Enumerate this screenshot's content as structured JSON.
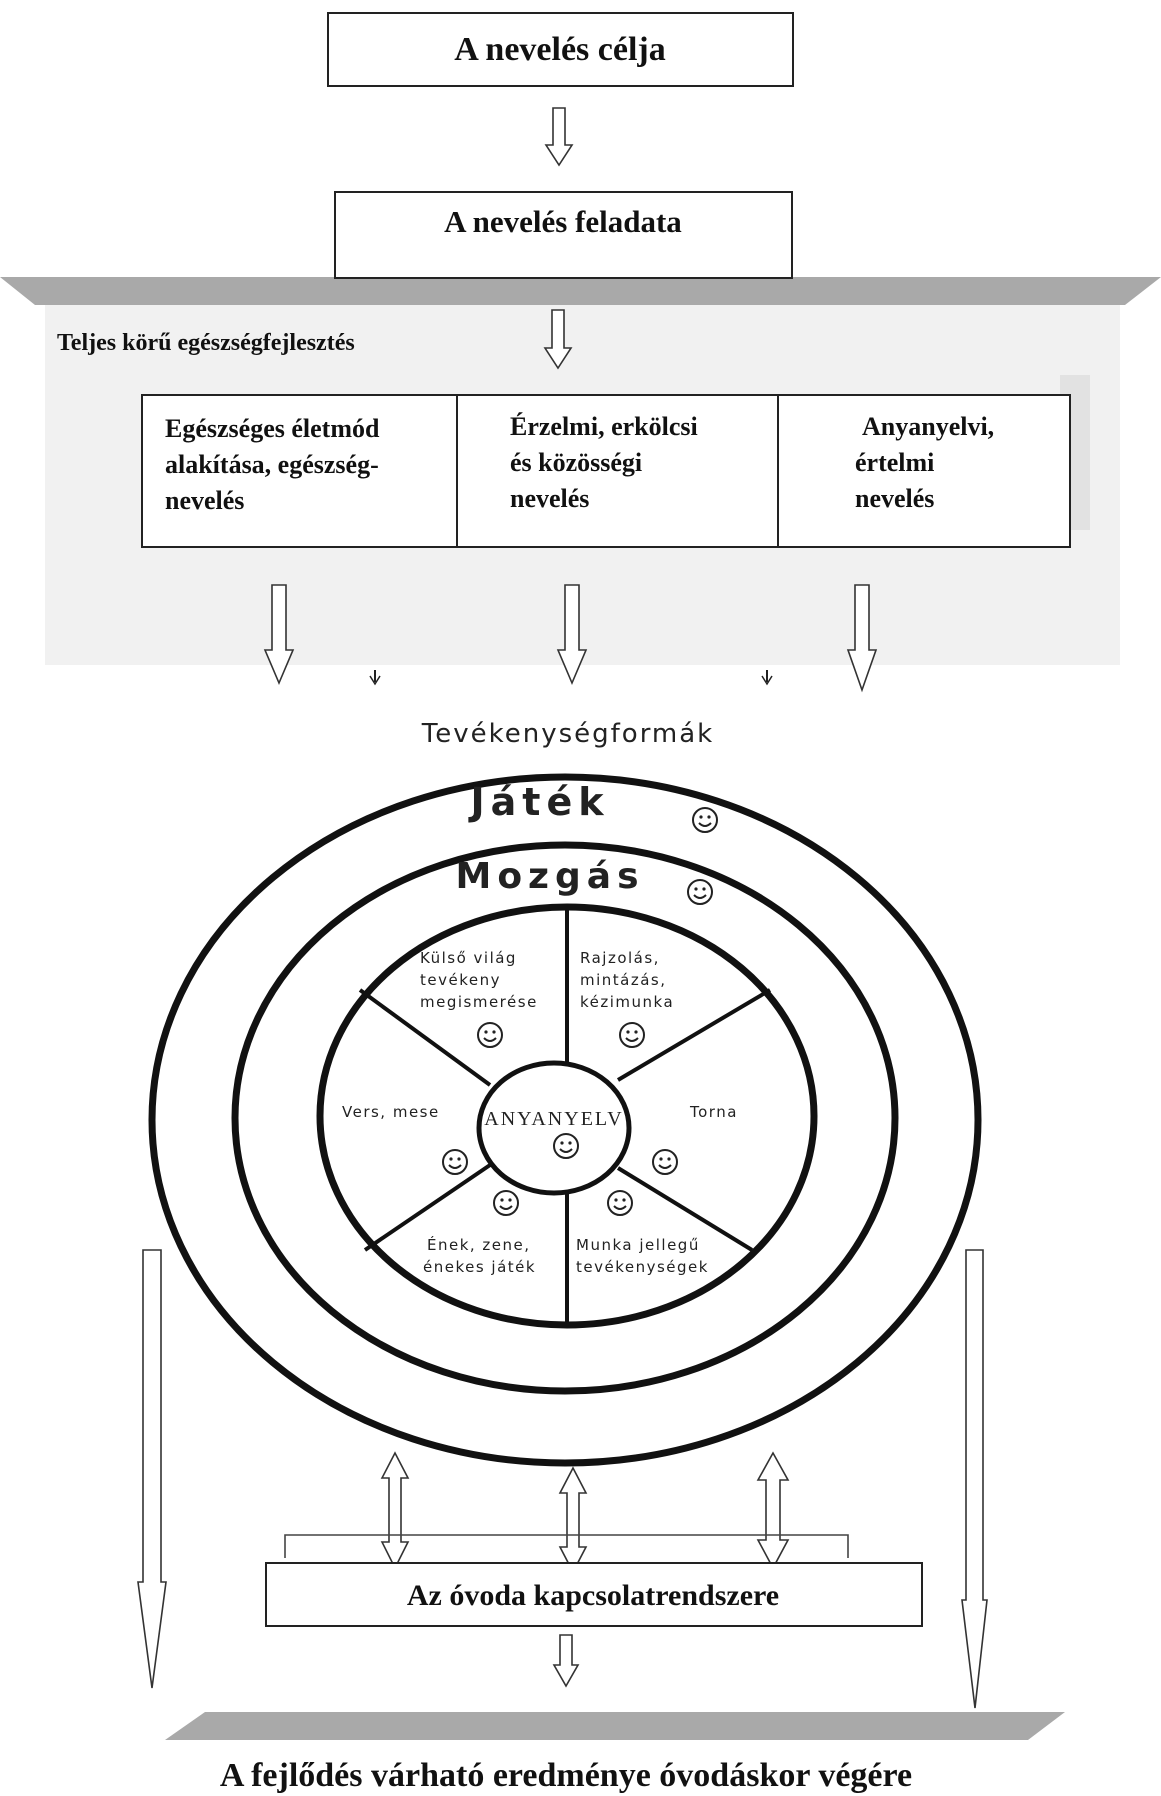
{
  "top_box": {
    "label": "A nevelés célja"
  },
  "second_box": {
    "label": "A nevelés feladata"
  },
  "section_label": {
    "part1": "Teljes körű ",
    "part2": "egészségfejlesztés"
  },
  "task_columns": [
    {
      "lines": [
        "Egészséges életmód",
        "alakítása, egészség-",
        "nevelés"
      ]
    },
    {
      "lines": [
        "Érzelmi, erkölcsi",
        "és közösségi",
        "nevelés"
      ]
    },
    {
      "lines": [
        "Anyanyelvi,",
        "értelmi",
        "nevelés"
      ]
    }
  ],
  "activity_title": "Tevékenységformák",
  "rings": {
    "outer": "Játék",
    "middle": "Mozgás"
  },
  "center_label": "ANYANYELV",
  "segments": [
    {
      "lines": [
        "Külső világ",
        "tevékeny",
        "megismerése"
      ]
    },
    {
      "lines": [
        "Rajzolás,",
        "mintázás,",
        "kézimunka"
      ]
    },
    {
      "lines": [
        "Torna"
      ]
    },
    {
      "lines": [
        "Munka jellegű",
        "tevékenységek"
      ]
    },
    {
      "lines": [
        "Ének, zene,",
        "énekes játék"
      ]
    },
    {
      "lines": [
        "Vers, mese"
      ]
    }
  ],
  "relations_box": {
    "label": "Az óvoda kapcsolatrendszere"
  },
  "result_label": "A fejlődés várható eredménye óvodáskor végére",
  "colors": {
    "band_gray": "#a9a9a9",
    "panel_gray": "#f1f1f1",
    "line": "#222222"
  }
}
